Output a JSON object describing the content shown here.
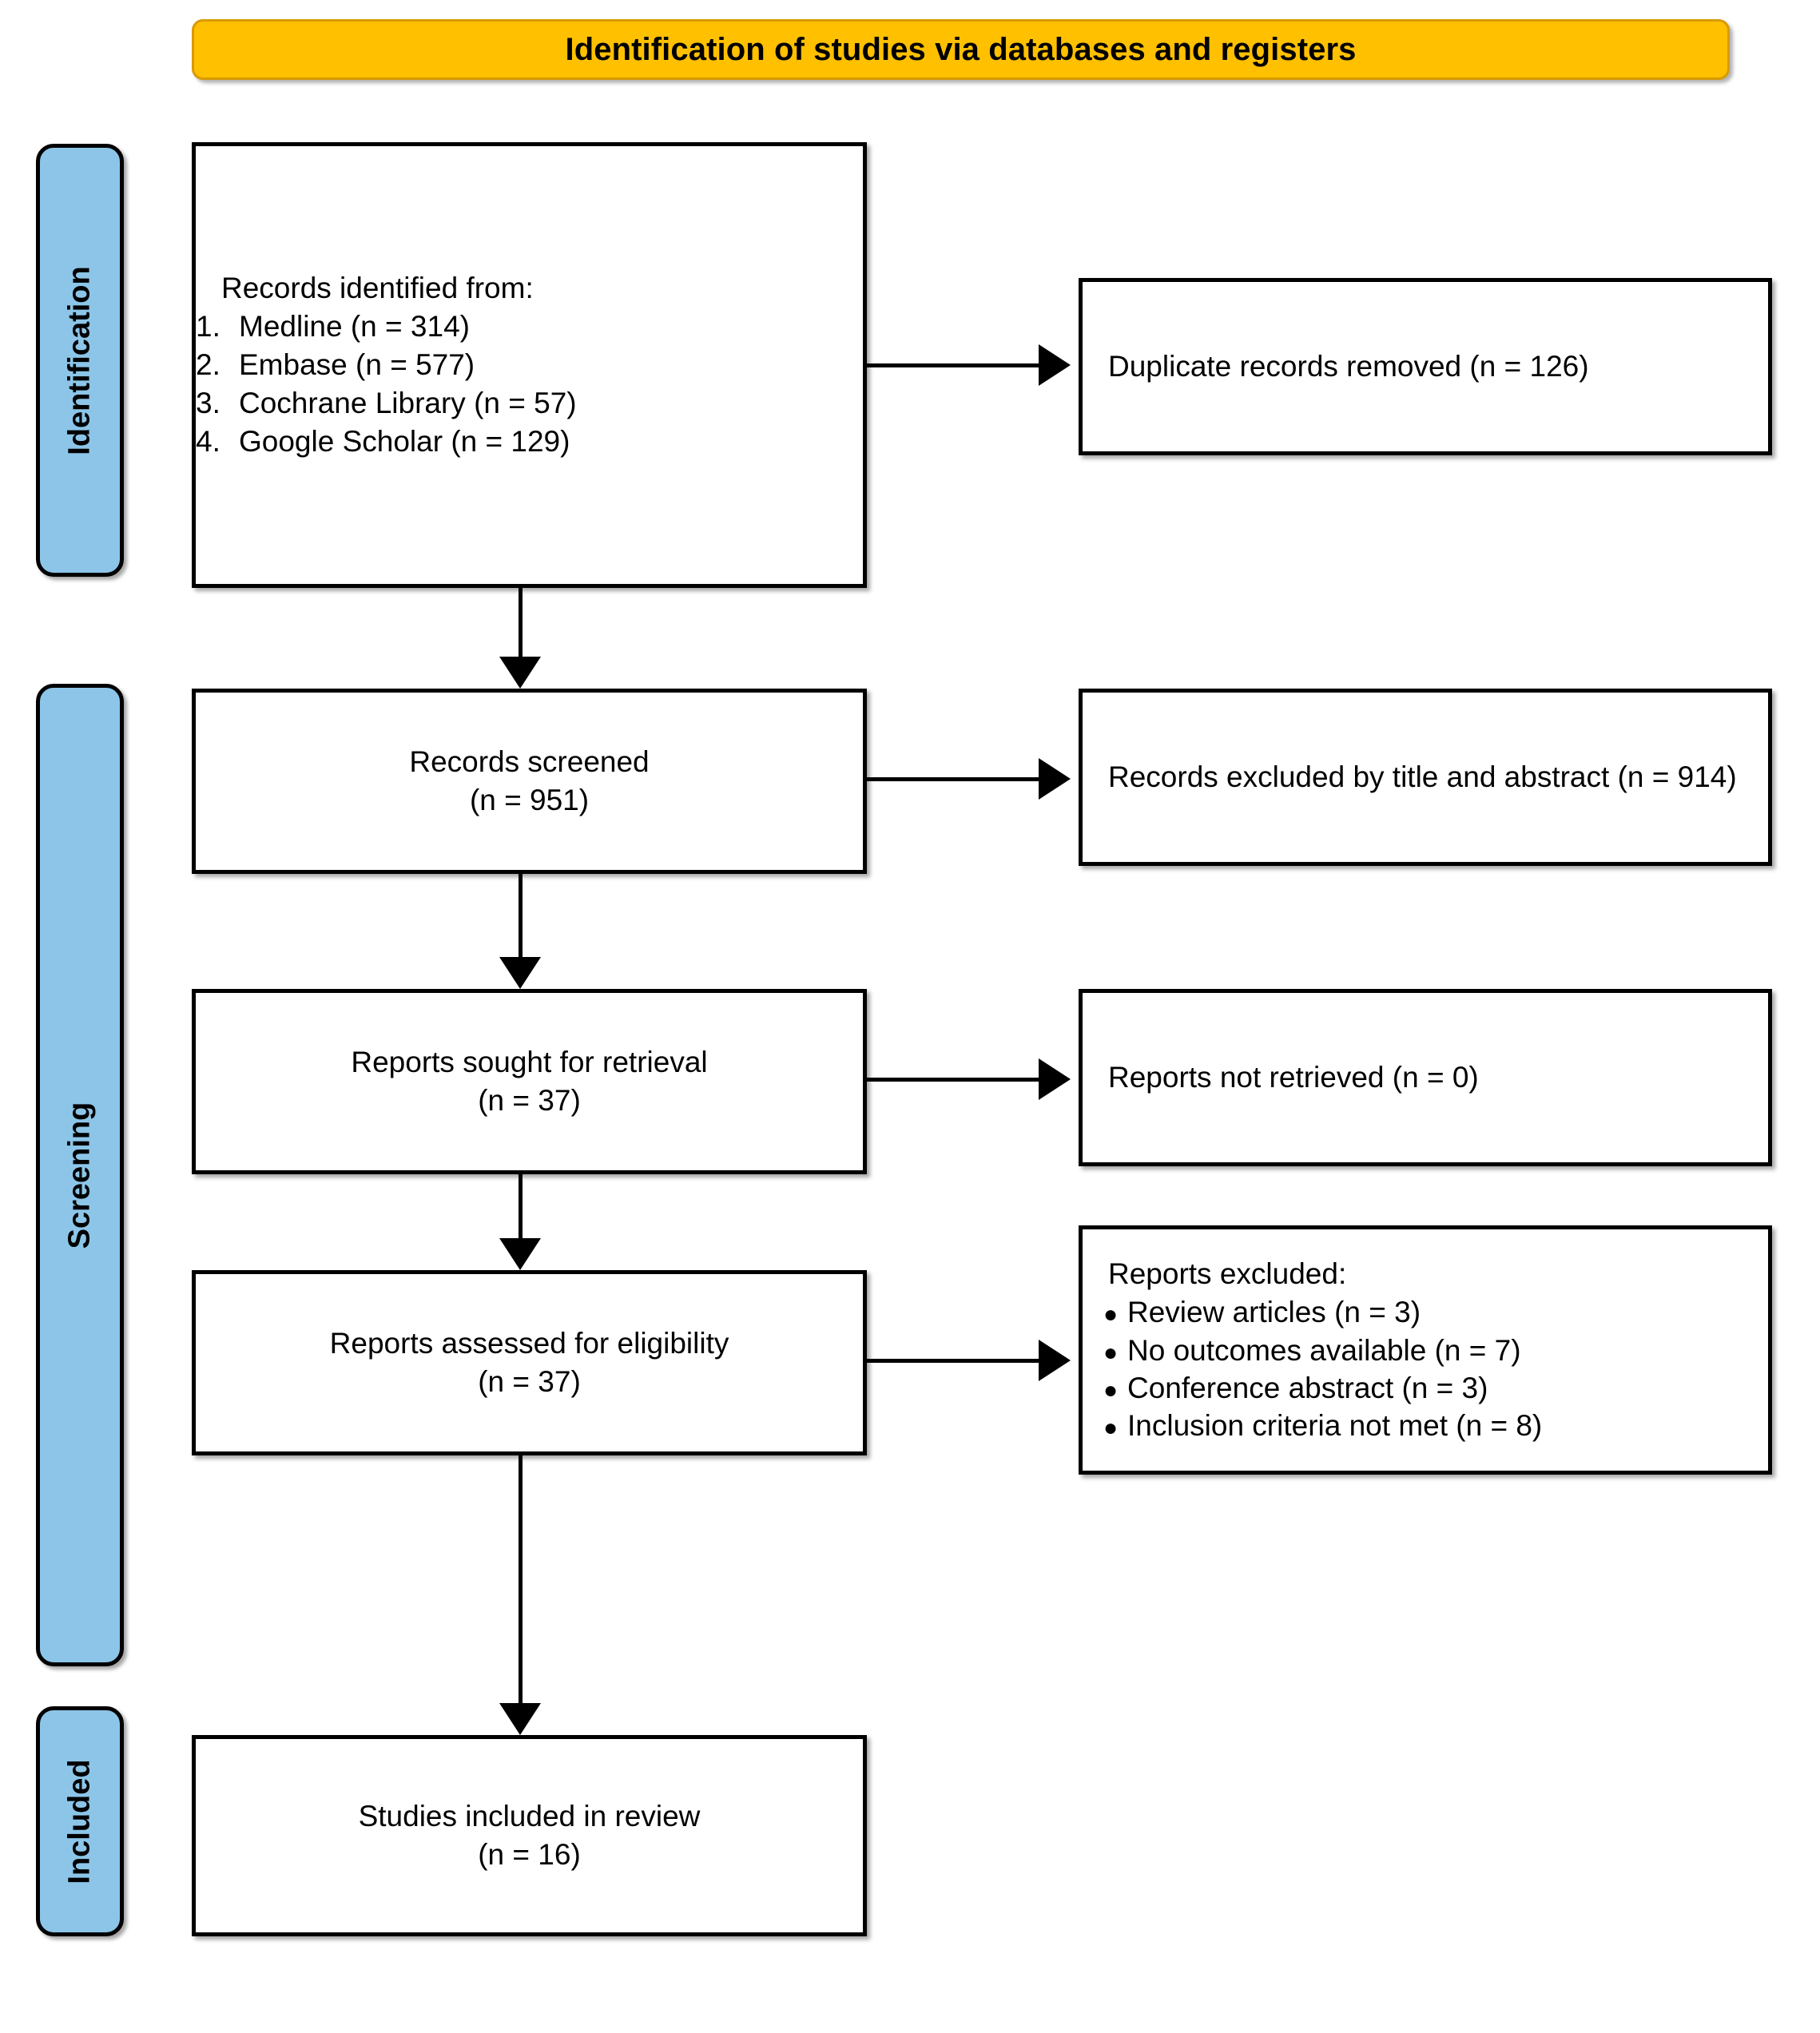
{
  "banner": {
    "title": "Identification of studies via databases and registers"
  },
  "stages": [
    {
      "id": "identification",
      "label": "Identification"
    },
    {
      "id": "screening",
      "label": "Screening"
    },
    {
      "id": "included",
      "label": "Included"
    }
  ],
  "boxes": {
    "identified": {
      "heading": "Records identified from:",
      "sources": [
        {
          "num": "1.",
          "label": "Medline (n = 314)"
        },
        {
          "num": "2.",
          "label": "Embase (n = 577)"
        },
        {
          "num": "3.",
          "label": "Cochrane Library (n = 57)"
        },
        {
          "num": "4.",
          "label": "Google Scholar (n = 129)"
        }
      ]
    },
    "duplicates": {
      "text": "Duplicate records removed  (n = 126)"
    },
    "screened": {
      "line1": "Records screened",
      "line2": "(n = 951)"
    },
    "excluded_title_abstract": {
      "text": "Records excluded by title and abstract (n = 914)"
    },
    "sought": {
      "line1": "Reports sought for retrieval",
      "line2": "(n = 37)"
    },
    "not_retrieved": {
      "text": "Reports not retrieved (n = 0)"
    },
    "assessed": {
      "line1": "Reports assessed for eligibility",
      "line2": "(n = 37)"
    },
    "reports_excluded": {
      "heading": "Reports excluded:",
      "bullet": "●",
      "items": [
        "Review articles (n = 3)",
        "No outcomes available (n = 7)",
        "Conference abstract (n = 3)",
        "Inclusion criteria not met (n = 8)"
      ]
    },
    "included_studies": {
      "line1": "Studies included in review",
      "line2": "(n = 16)"
    }
  },
  "colors": {
    "banner_fill": "#FFC000",
    "banner_border": "#D99A00",
    "stage_fill": "#8CC5E8",
    "outline": "#000000",
    "box_fill": "#FFFFFF"
  }
}
